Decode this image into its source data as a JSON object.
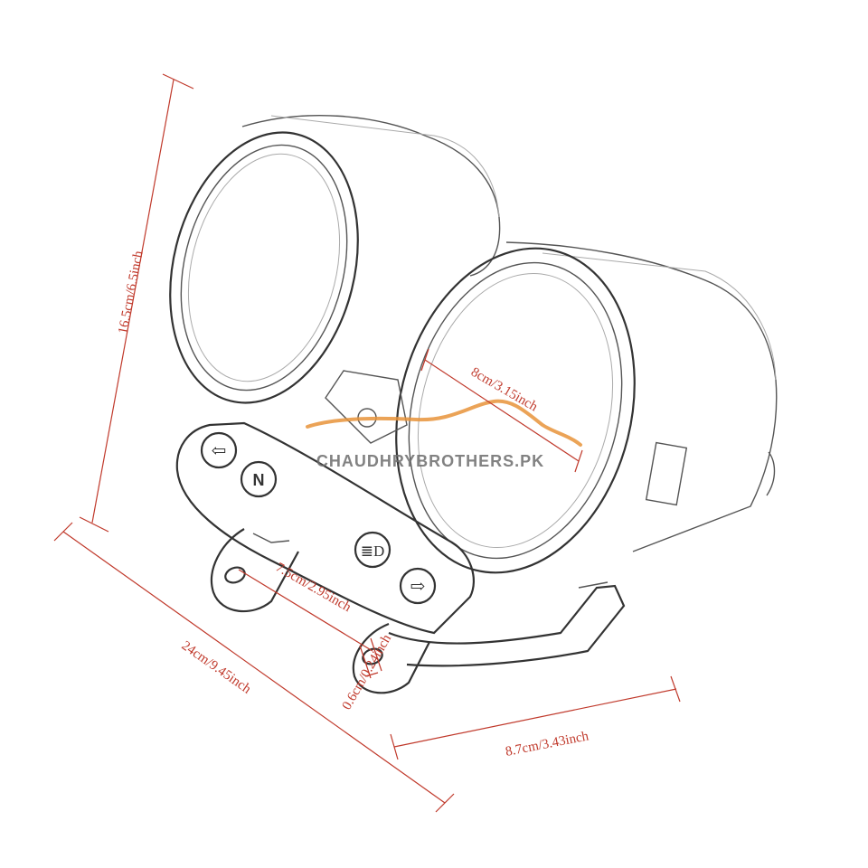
{
  "dimensions": {
    "height": "16.5cm/6.5inch",
    "length": "24cm/9.45inch",
    "depth": "8.7cm/3.43inch",
    "gauge_diameter": "8cm/3.15inch",
    "mount_spacing": "7.5cm/2.95inch",
    "hole_diameter": "0.6cm/0.24inch"
  },
  "watermark": {
    "text": "CHAUDHRYBROTHERS.PK",
    "text_color": "#6d6d6d",
    "swoosh_color": "#e8943a"
  },
  "colors": {
    "dimension": "#c0392b",
    "sketch": "#555555"
  },
  "icons": {
    "left_indicator": "arrow-left-icon",
    "neutral": "neutral-n-icon",
    "high_beam": "headlight-icon",
    "right_indicator": "arrow-right-icon"
  }
}
